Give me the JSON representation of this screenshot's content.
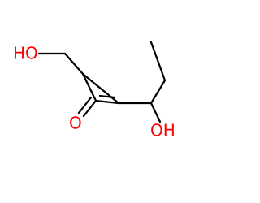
{
  "molecule": {
    "atoms": {
      "oh_top": "HO",
      "carbonyl_o": "O",
      "oh_right": "OH"
    },
    "colors": {
      "bond": "#000000",
      "heteroatom": "#ff0000",
      "background": "#ffffff"
    }
  }
}
